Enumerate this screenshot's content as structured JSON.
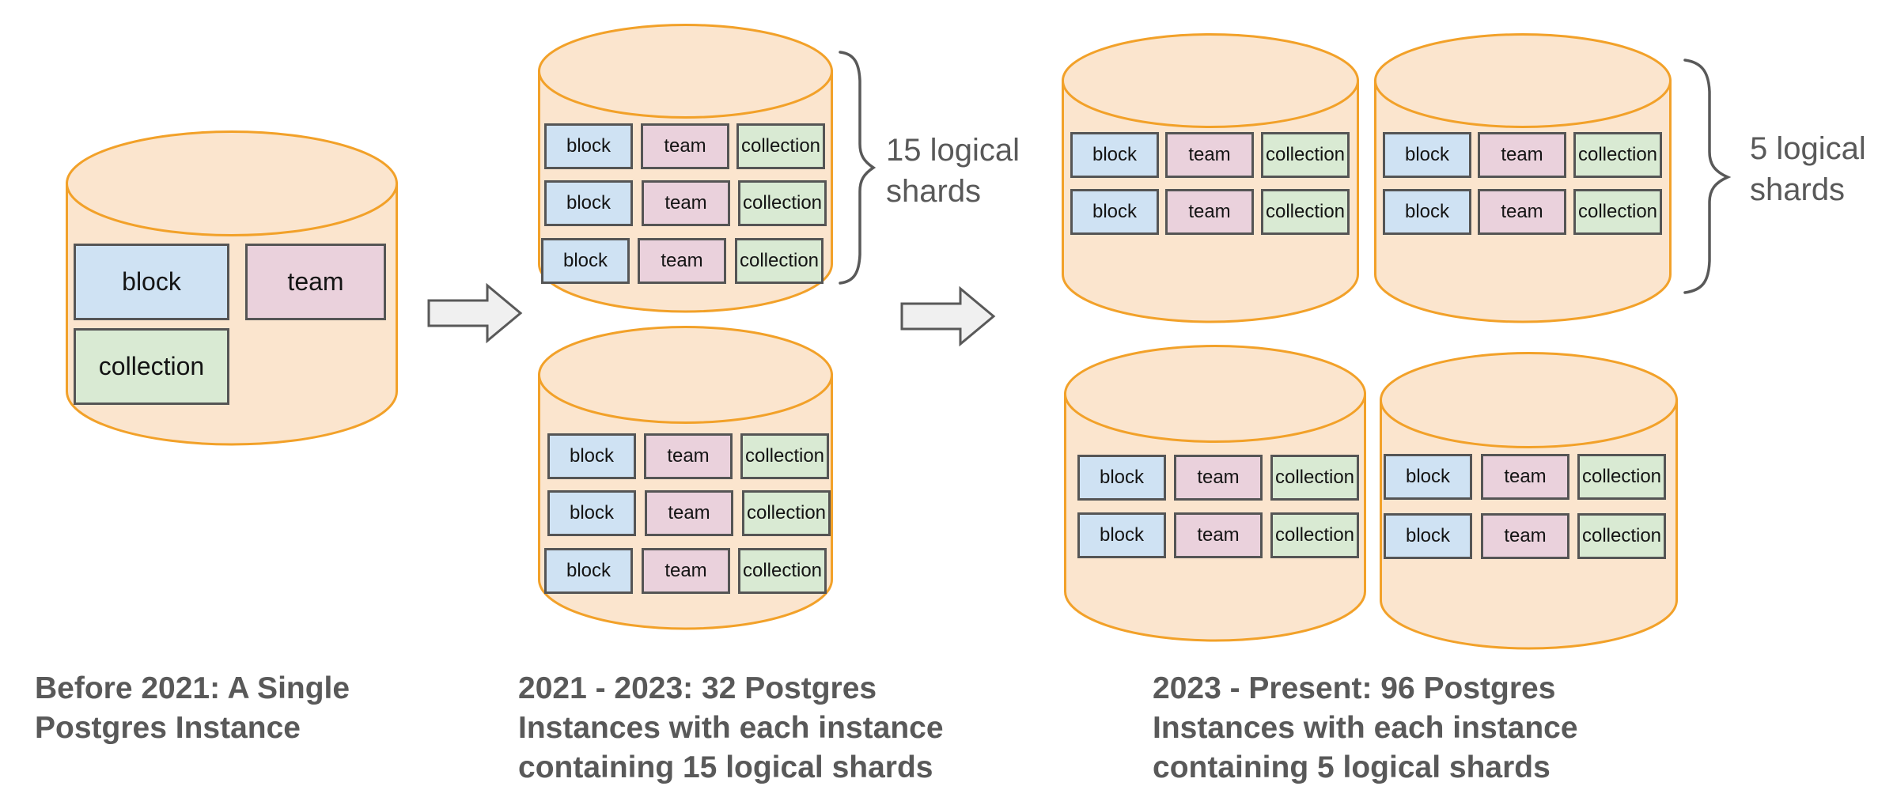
{
  "tables": {
    "block": "block",
    "team": "team",
    "collection": "collection"
  },
  "stages": [
    {
      "name": "before-2021",
      "caption_lines": [
        "Before 2021: A Single",
        "Postgres Instance"
      ]
    },
    {
      "name": "2021-2023",
      "caption_lines": [
        "2021 - 2023: 32 Postgres",
        "Instances with each instance",
        "containing 15 logical shards"
      ],
      "shard_annotation": "15 logical shards"
    },
    {
      "name": "2023-present",
      "caption_lines": [
        "2023 - Present: 96 Postgres",
        "Instances with each instance",
        "containing 5 logical shards"
      ],
      "shard_annotation": "5 logical shards"
    }
  ],
  "colors": {
    "cylinder_fill": "#FBE5CE",
    "cylinder_stroke": "#F2A129",
    "block_fill": "#CFE2F3",
    "team_fill": "#EAD1DC",
    "collection_fill": "#D9EAD3",
    "box_border": "#555555",
    "caption_text": "#595959",
    "arrow_fill": "#F0F0F0",
    "arrow_stroke": "#595959"
  }
}
